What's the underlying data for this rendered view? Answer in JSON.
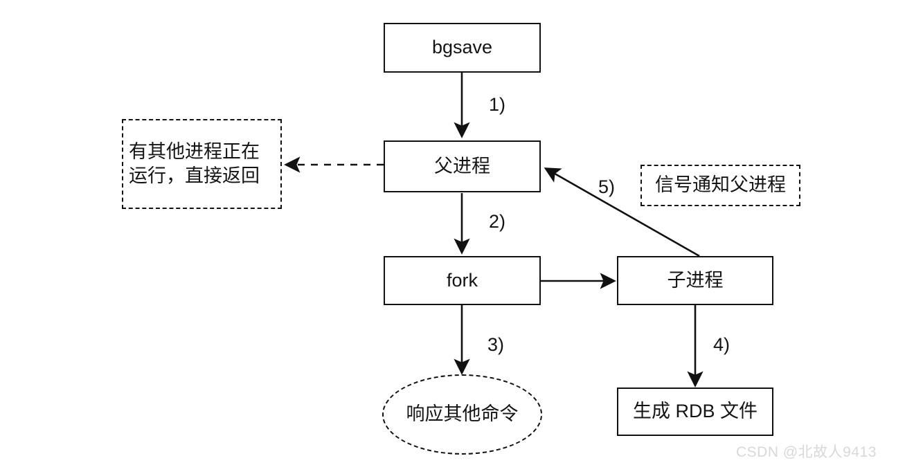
{
  "diagram": {
    "title": "bgsave-flow",
    "colors": {
      "stroke": "#111111",
      "text": "#141414",
      "background": "#ffffff",
      "watermark": "#d8d8d8"
    },
    "nodes": [
      {
        "id": "bgsave",
        "label": "bgsave",
        "shape": "rect"
      },
      {
        "id": "parent",
        "label": "父进程",
        "shape": "rect"
      },
      {
        "id": "fork",
        "label": "fork",
        "shape": "rect"
      },
      {
        "id": "child",
        "label": "子进程",
        "shape": "rect"
      },
      {
        "id": "rdb",
        "label": "生成 RDB 文件",
        "shape": "rect"
      },
      {
        "id": "other-cmd",
        "label": "响应其他命令",
        "shape": "ellipse-dashed"
      },
      {
        "id": "running-note",
        "label_line1": "有其他进程正在",
        "label_line2": "运行，直接返回",
        "shape": "rect-dashed"
      },
      {
        "id": "signal-note",
        "label": "信号通知父进程",
        "shape": "rect-dashed"
      }
    ],
    "edges": [
      {
        "id": "bgsave-to-parent",
        "label": "1)",
        "from": "bgsave",
        "to": "parent",
        "style": "solid"
      },
      {
        "id": "parent-to-fork",
        "label": "2)",
        "from": "parent",
        "to": "fork",
        "style": "solid"
      },
      {
        "id": "fork-to-other-cmd",
        "label": "3)",
        "from": "fork",
        "to": "other-cmd",
        "style": "solid"
      },
      {
        "id": "child-to-rdb",
        "label": "4)",
        "from": "child",
        "to": "rdb",
        "style": "solid"
      },
      {
        "id": "child-to-parent",
        "label": "5)",
        "from": "child",
        "to": "parent",
        "style": "solid"
      },
      {
        "id": "fork-to-child",
        "label": "",
        "from": "fork",
        "to": "child",
        "style": "solid"
      },
      {
        "id": "parent-to-note",
        "label": "",
        "from": "parent",
        "to": "running-note",
        "style": "dashed"
      }
    ]
  },
  "watermark": {
    "text": "CSDN @北故人9413"
  }
}
